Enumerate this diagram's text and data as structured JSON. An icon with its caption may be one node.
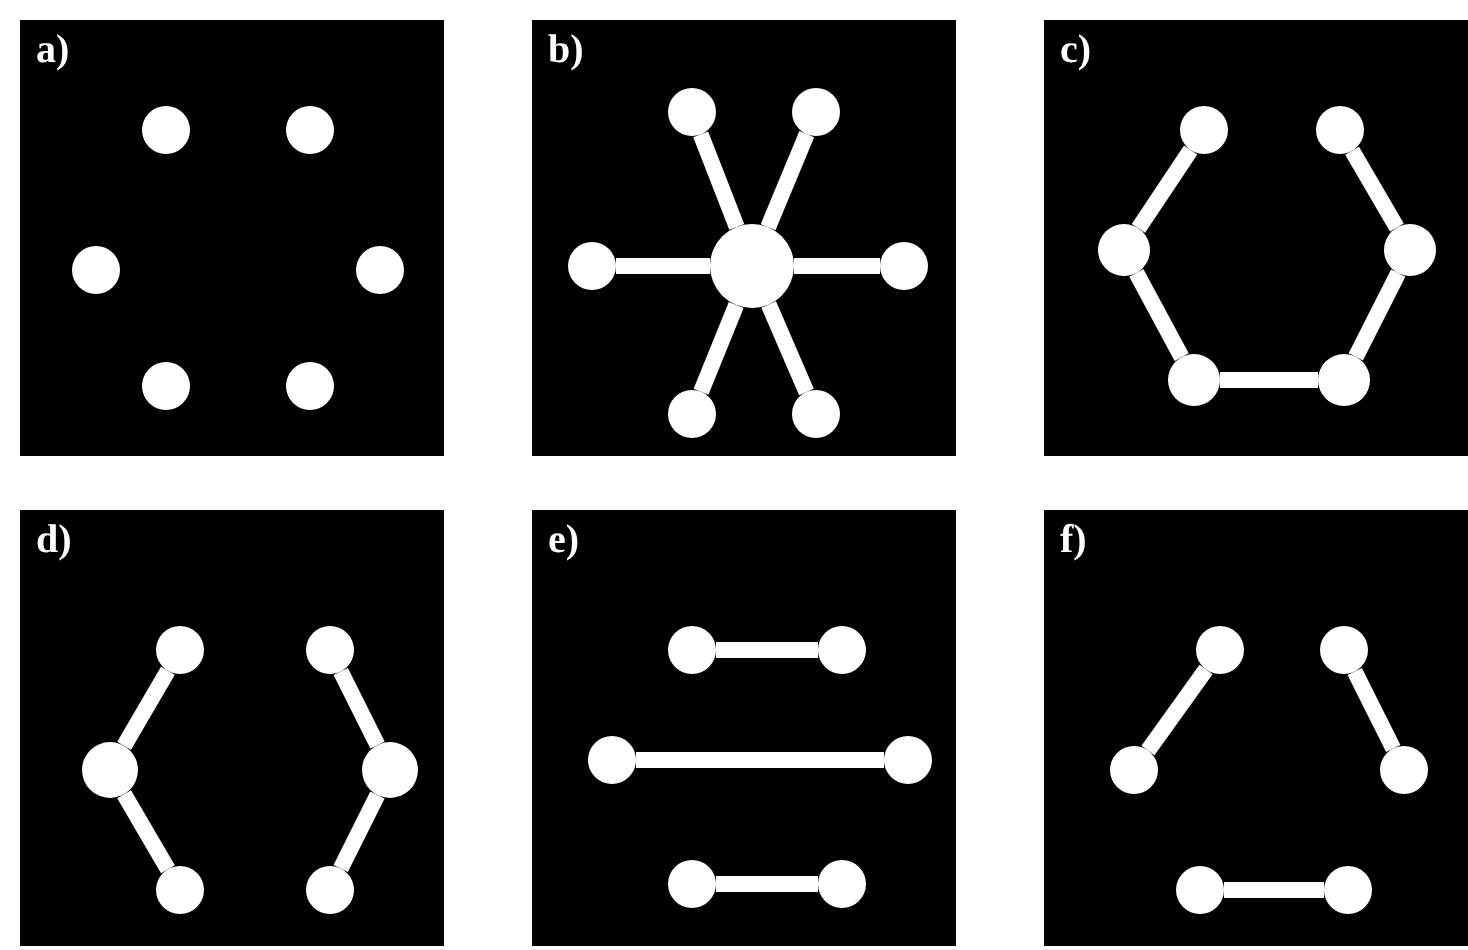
{
  "diagram": {
    "nodes": [
      {
        "text": [
          "a)"
        ]
      },
      {
        "text": [],
        "shape": "circle",
        "in": 0
      },
      {
        "text": [],
        "shape": "circle",
        "in": 0
      },
      {
        "text": [],
        "shape": "circle",
        "in": 0
      },
      {
        "text": [],
        "shape": "circle",
        "in": 0
      },
      {
        "text": [],
        "shape": "circle",
        "in": 0
      },
      {
        "text": [],
        "shape": "circle",
        "in": 0
      },
      {
        "text": [
          "b)"
        ]
      },
      {
        "text": [],
        "shape": "circle",
        "in": 7
      },
      {
        "text": [],
        "shape": "circle",
        "in": 7
      },
      {
        "text": [],
        "shape": "circle",
        "in": 7
      },
      {
        "text": [],
        "shape": "circle",
        "in": 7
      },
      {
        "text": [],
        "shape": "circle",
        "in": 7
      },
      {
        "text": [],
        "shape": "circle",
        "in": 7
      },
      {
        "text": [],
        "shape": "circle",
        "in": 7
      },
      {
        "text": [
          "c)"
        ]
      },
      {
        "text": [],
        "shape": "circle",
        "in": 15
      },
      {
        "text": [],
        "shape": "circle",
        "in": 15
      },
      {
        "text": [],
        "shape": "circle",
        "in": 15
      },
      {
        "text": [],
        "shape": "circle",
        "in": 15
      },
      {
        "text": [],
        "shape": "circle",
        "in": 15
      },
      {
        "text": [],
        "shape": "circle",
        "in": 15
      },
      {
        "text": [
          "d)"
        ]
      },
      {
        "text": [],
        "shape": "circle",
        "in": 22
      },
      {
        "text": [],
        "shape": "circle",
        "in": 22
      },
      {
        "text": [],
        "shape": "circle",
        "in": 22
      },
      {
        "text": [],
        "shape": "circle",
        "in": 22
      },
      {
        "text": [],
        "shape": "circle",
        "in": 22
      },
      {
        "text": [],
        "shape": "circle",
        "in": 22
      },
      {
        "text": [
          "e)"
        ]
      },
      {
        "text": [],
        "shape": "circle",
        "in": 29
      },
      {
        "text": [],
        "shape": "circle",
        "in": 29
      },
      {
        "text": [],
        "shape": "circle",
        "in": 29
      },
      {
        "text": [],
        "shape": "circle",
        "in": 29
      },
      {
        "text": [],
        "shape": "circle",
        "in": 29
      },
      {
        "text": [],
        "shape": "circle",
        "in": 29
      },
      {
        "text": [
          "f)"
        ]
      },
      {
        "text": [],
        "shape": "circle",
        "in": 36
      },
      {
        "text": [],
        "shape": "circle",
        "in": 36
      },
      {
        "text": [],
        "shape": "circle",
        "in": 36
      },
      {
        "text": [],
        "shape": "circle",
        "in": 36
      },
      {
        "text": [],
        "shape": "circle",
        "in": 36
      },
      {
        "text": [],
        "shape": "circle",
        "in": 36
      }
    ],
    "edges": [
      {
        "from": 11,
        "to": 8,
        "arrow": "none"
      },
      {
        "from": 11,
        "to": 9,
        "arrow": "none"
      },
      {
        "from": 11,
        "to": 10,
        "arrow": "none"
      },
      {
        "from": 11,
        "to": 12,
        "arrow": "none"
      },
      {
        "from": 11,
        "to": 13,
        "arrow": "none"
      },
      {
        "from": 11,
        "to": 14,
        "arrow": "none"
      },
      {
        "from": 16,
        "to": 18,
        "arrow": "none"
      },
      {
        "from": 18,
        "to": 20,
        "arrow": "none"
      },
      {
        "from": 20,
        "to": 21,
        "arrow": "none"
      },
      {
        "from": 21,
        "to": 19,
        "arrow": "none"
      },
      {
        "from": 19,
        "to": 17,
        "arrow": "none"
      },
      {
        "from": 23,
        "to": 25,
        "arrow": "none"
      },
      {
        "from": 25,
        "to": 27,
        "arrow": "none"
      },
      {
        "from": 24,
        "to": 26,
        "arrow": "none"
      },
      {
        "from": 26,
        "to": 28,
        "arrow": "none"
      },
      {
        "from": 30,
        "to": 31,
        "arrow": "none"
      },
      {
        "from": 32,
        "to": 33,
        "arrow": "none"
      },
      {
        "from": 34,
        "to": 35,
        "arrow": "none"
      },
      {
        "from": 37,
        "to": 39,
        "arrow": "none"
      },
      {
        "from": 38,
        "to": 40,
        "arrow": "none"
      },
      {
        "from": 41,
        "to": 42,
        "arrow": "none"
      }
    ]
  }
}
